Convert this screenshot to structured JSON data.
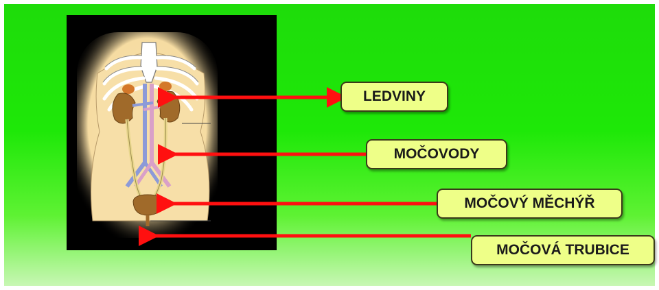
{
  "labels": [
    {
      "id": "kidneys",
      "text": "LEDVINY"
    },
    {
      "id": "ureters",
      "text": "MOČOVODY"
    },
    {
      "id": "bladder",
      "text": "MOČOVÝ MĚCHÝŘ"
    },
    {
      "id": "urethra",
      "text": "MOČOVÁ TRUBICE"
    }
  ],
  "colors": {
    "background": "#1ee808",
    "label_fill": "#eeff88",
    "arrow": "#ff1010",
    "skin": "#f7dfa8",
    "organ": "#a06a2a"
  }
}
